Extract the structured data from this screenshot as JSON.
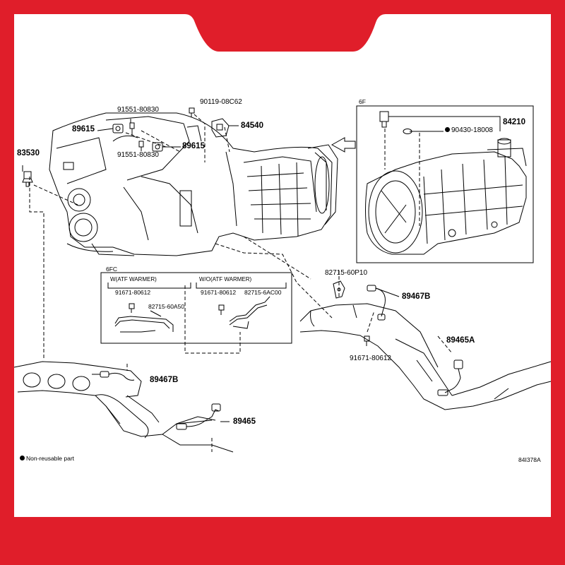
{
  "colors": {
    "frame": "#e01e2a",
    "panel": "#ffffff",
    "ink": "#000000"
  },
  "callouts": {
    "p91551_top": "91551-80830",
    "p90119": "90119-08C62",
    "p84540": "84540",
    "p89615_left": "89615",
    "p89615_right": "89615",
    "p91551_bottom": "91551-80830",
    "p83530": "83530",
    "p84210": "84210",
    "p90430": "90430-18008",
    "p82715_60p10": "82715-60P10",
    "p89467b_right": "89467B",
    "p91671_right": "91671-80612",
    "p89465a": "89465A",
    "p89467b_left": "89467B",
    "p89465": "89465"
  },
  "group_codes": {
    "code_6f": "6F",
    "code_6fc": "6FC"
  },
  "inset_6fc": {
    "left_heading": "W(ATF WARMER)",
    "right_heading": "W/O(ATF WARMER)",
    "left_bolt": "91671-80612",
    "left_pipe": "82715-60A50",
    "right_bolt": "91671-80612",
    "right_pipe": "82715-6AC00"
  },
  "legend": {
    "non_reusable": "Non-reusable part"
  },
  "figure_id": "84I378A",
  "icons": {
    "non_reusable_marker": "filled-dot-icon",
    "pointer": "arrow-left-icon"
  }
}
